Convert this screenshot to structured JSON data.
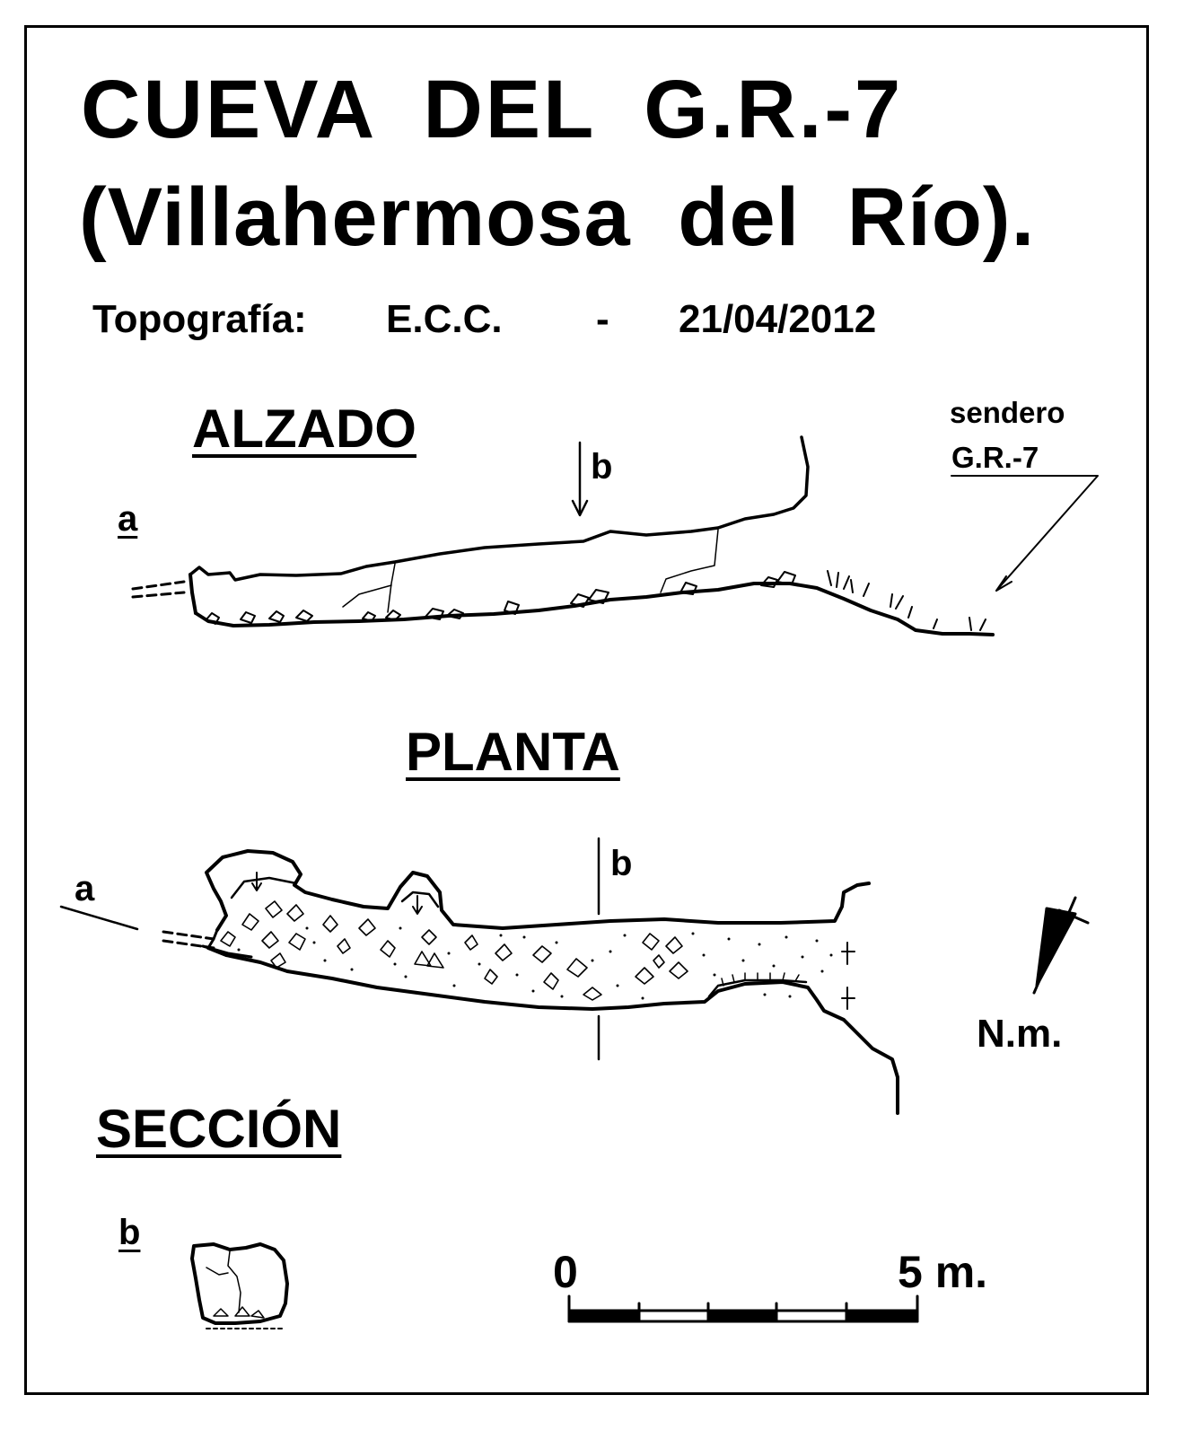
{
  "title": {
    "line1": "CUEVA DEL G.R.-7",
    "line2": "(Villahermosa del Río)."
  },
  "survey": {
    "label": "Topografía:",
    "author": "E.C.C.",
    "separator": "-",
    "date": "21/04/2012"
  },
  "sections": {
    "elevation": "ALZADO",
    "plan": "PLANTA",
    "cross_section": "SECCIÓN"
  },
  "labels": {
    "elevation_a": "a",
    "elevation_b": "b",
    "plan_a": "a",
    "plan_b": "b",
    "section_b": "b",
    "trail_line1": "sendero",
    "trail_line2": "G.R.-7",
    "north": "N.m."
  },
  "scale": {
    "start": "0",
    "end": "5 m."
  },
  "colors": {
    "ink": "#000000",
    "paper": "#ffffff"
  }
}
